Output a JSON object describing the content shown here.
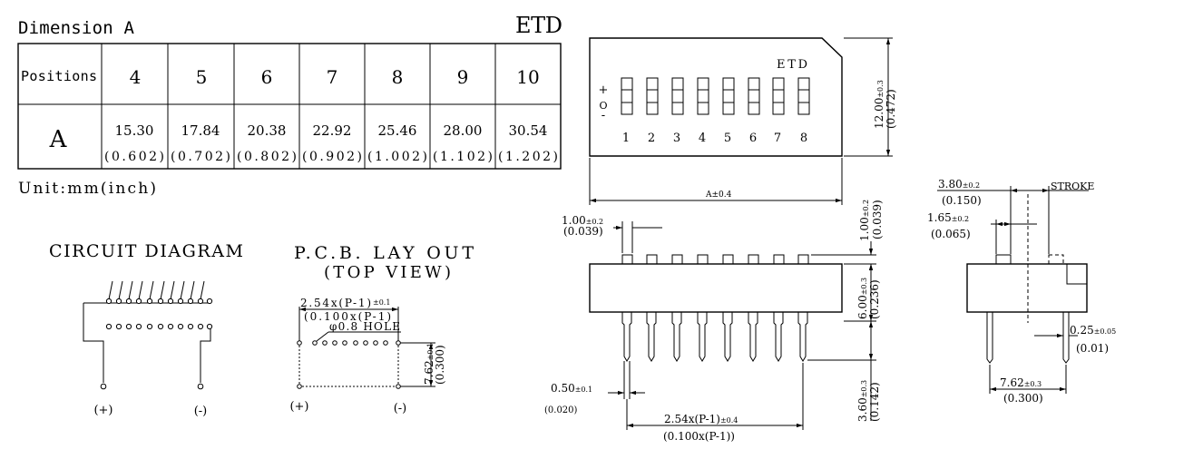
{
  "header": {
    "title": "Dimension A",
    "brand": "ETD"
  },
  "table": {
    "positions_label": "Positions",
    "a_label": "A",
    "positions": [
      "4",
      "5",
      "6",
      "7",
      "8",
      "9",
      "10"
    ],
    "mm": [
      "15.30",
      "17.84",
      "20.38",
      "22.92",
      "25.46",
      "28.00",
      "30.54"
    ],
    "inch": [
      "(0.602)",
      "(0.702)",
      "(0.802)",
      "(0.902)",
      "(1.002)",
      "(1.102)",
      "(1.202)"
    ]
  },
  "unit": "Unit:mm(inch)",
  "circuit": {
    "title": "CIRCUIT DIAGRAM",
    "plus": "(+)",
    "minus": "(-)"
  },
  "pcb": {
    "title1": "P.C.B. LAY OUT",
    "title2": "(TOP VIEW)",
    "pitch": "2.54x(P-1)",
    "pitch_tol": "±0.1",
    "pitch_inch": "(0.100x(P-1)",
    "hole": "φ0.8 HOLE",
    "row": "7.62",
    "row_tol": "±0.1",
    "row_inch": "(0.300)",
    "plus": "(+)",
    "minus": "(-)"
  },
  "top_view": {
    "brand": "ETD",
    "plus": "+",
    "zero": "O",
    "minus": "-",
    "numbers": [
      "1",
      "2",
      "3",
      "4",
      "5",
      "6",
      "7",
      "8"
    ],
    "height": "12.00",
    "height_tol": "±0.3",
    "height_inch": "(0.472)",
    "width": "A±0.4"
  },
  "front_view": {
    "act_w": "1.00",
    "act_w_tol": "±0.2",
    "act_w_inch": "(0.039)",
    "act_h": "1.00",
    "act_h_tol": "±0.2",
    "act_h_inch": "(0.039)",
    "body_h": "6.00",
    "body_h_tol": "±0.3",
    "body_h_inch": "(0.236)",
    "pin_l": "3.60",
    "pin_l_tol": "±0.3",
    "pin_l_inch": "(0.142)",
    "pin_w": "0.50",
    "pin_w_tol": "±0.1",
    "pin_w_inch": "(0.020)",
    "pitch": "2.54x(P-1)",
    "pitch_tol": "±0.4",
    "pitch_inch": "(0.100x(P-1))"
  },
  "side_view": {
    "d1": "3.80",
    "d1_tol": "±0.2",
    "d1_inch": "(0.150)",
    "stroke": "STROKE",
    "d2": "1.65",
    "d2_tol": "±0.2",
    "d2_inch": "(0.065)",
    "pin_t": "0.25",
    "pin_t_tol": "±0.05",
    "pin_t_inch": "(0.01)",
    "row": "7.62",
    "row_tol": "±0.3",
    "row_inch": "(0.300)"
  }
}
